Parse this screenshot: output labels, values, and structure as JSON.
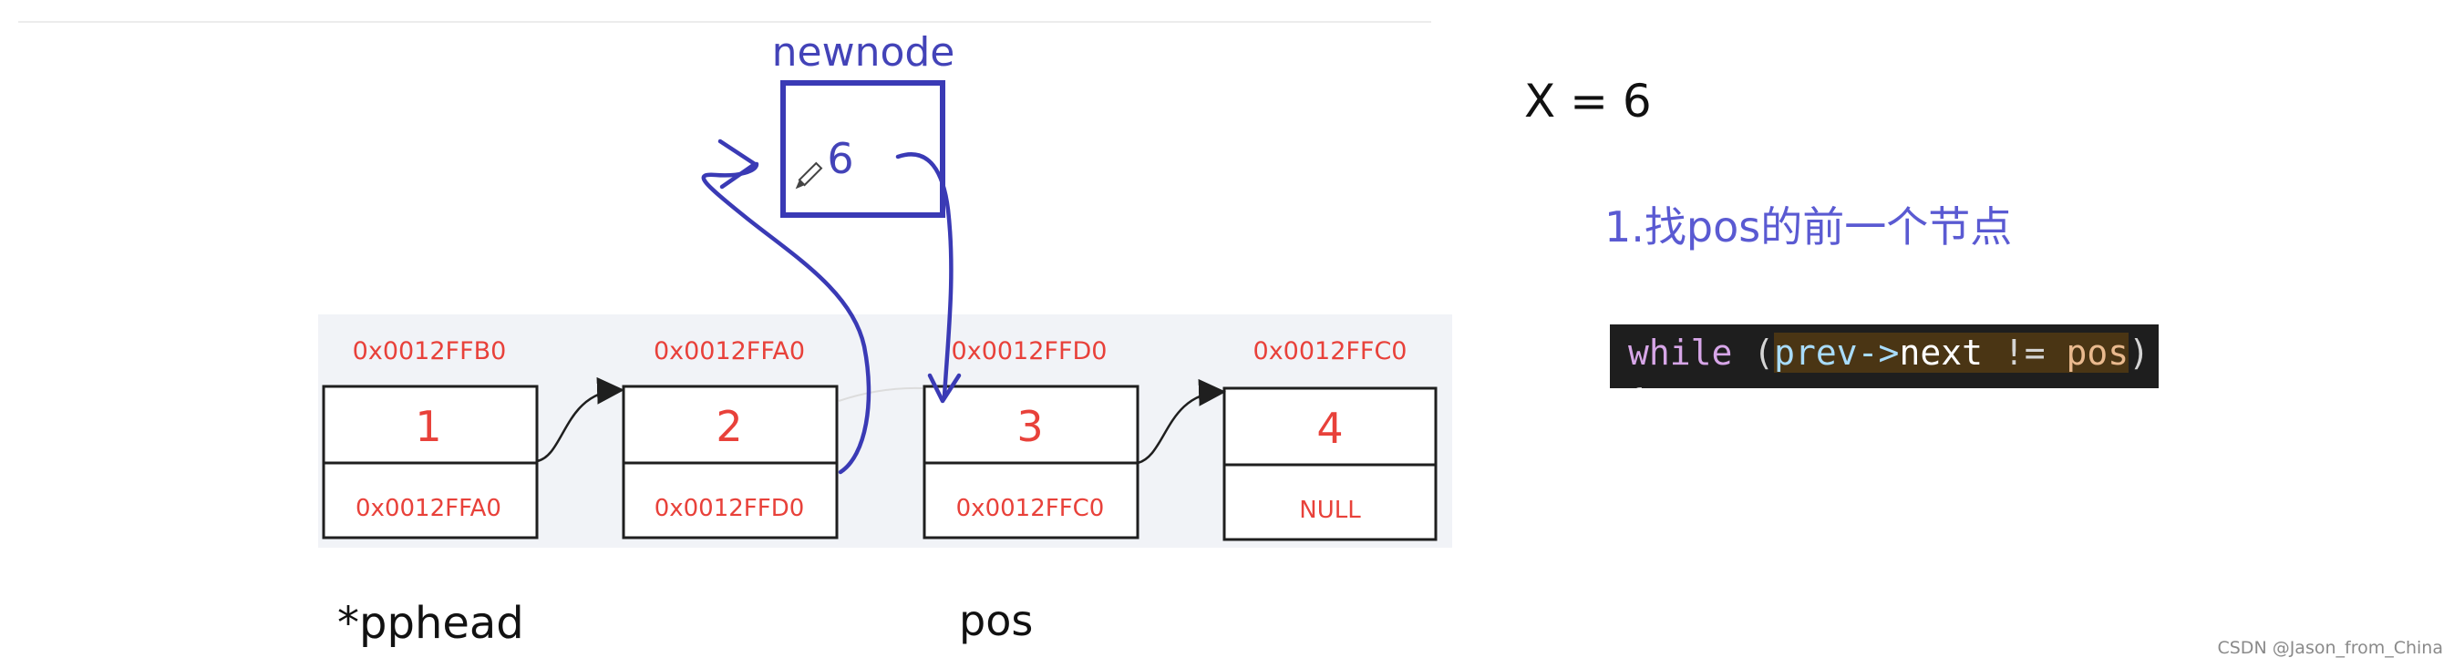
{
  "newnode": {
    "label": "newnode",
    "value": "6"
  },
  "nodes": [
    {
      "address": "0x0012FFB0",
      "data": "1",
      "next": "0x0012FFA0"
    },
    {
      "address": "0x0012FFA0",
      "data": "2",
      "next": "0x0012FFD0"
    },
    {
      "address": "0x0012FFD0",
      "data": "3",
      "next": "0x0012FFC0"
    },
    {
      "address": "0x0012FFC0",
      "data": "4",
      "next": "NULL"
    }
  ],
  "pointer_labels": {
    "head": "*pphead",
    "pos": "pos"
  },
  "x_value": "X = 6",
  "step_note": "1.找pos的前一个节点",
  "code": {
    "keyword": "while",
    "paren_open": " (",
    "var_prev": "prev",
    "arrow": "->",
    "member_next": "next",
    "op_ne": " != ",
    "var_pos": "pos",
    "paren_close": ")",
    "line2": "{"
  },
  "watermark": "CSDN @Jason_from_China",
  "colors": {
    "node_text": "#e8413a",
    "annotation": "#3a3ab5",
    "code_bg": "#1e1e1e"
  }
}
